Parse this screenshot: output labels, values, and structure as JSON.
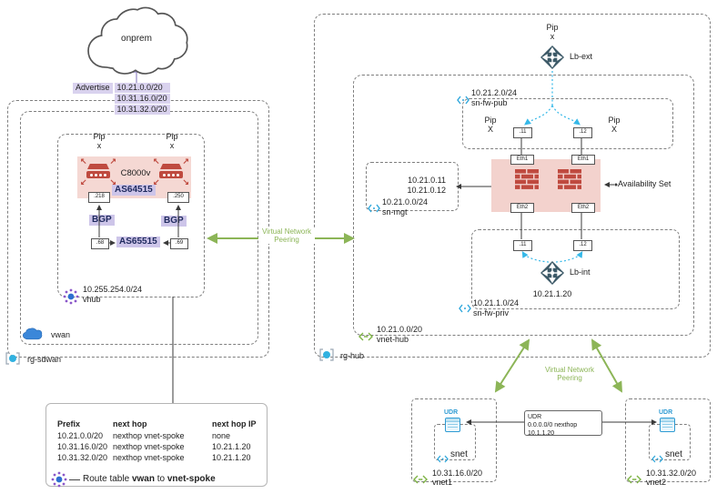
{
  "colors": {
    "peering_green": "#8CB557",
    "highlight_purple": "#cdc5e9",
    "firewall_red": "#bf4a3f",
    "flow_cyan": "#35b8e8",
    "availability_pink": "#f3d2cd"
  },
  "onprem_label": "onprem",
  "advertise": {
    "label": "Advertise",
    "routes": [
      "10.21.0.0/20",
      "10.31.16.0/20",
      "10.31.32.0/20"
    ]
  },
  "sdwan": {
    "rg_label": "rg-sdwan",
    "vwan_label": "vwan",
    "vhub_cidr": "10.255.254.0/24",
    "vhub_label": "vhub",
    "pip_left_1": "Pip",
    "pip_left_2": "x",
    "pip_right_1": "Pip",
    "pip_right_2": "x",
    "router_model": "C8000v",
    "router_asn": "AS64515",
    "nic_left": ".218",
    "nic_right": ".250",
    "bgp_left": "BGP",
    "bgp_right": "BGP",
    "peer_left": ".68",
    "peer_right": ".69",
    "peer_asn": "AS65515"
  },
  "hub": {
    "rg_label": "rg-hub",
    "vnet_cidr": "10.21.0.0/20",
    "vnet_label": "vnet-hub",
    "pip_top_1": "Pip",
    "pip_top_2": "x",
    "lb_ext_label": "Lb-ext",
    "sn_fw_pub": {
      "cidr": "10.21.2.0/24",
      "label": "sn-fw-pub",
      "pip_left_1": "Pip",
      "pip_left_2": "X",
      "pip_right_1": "Pip",
      "pip_right_2": "X",
      "nic1": ".11",
      "nic2": ".12"
    },
    "sn_mgt": {
      "cidr": "10.21.0.0/24",
      "label": "sn-mgt",
      "ip1": "10.21.0.11",
      "ip2": "10.21.0.12"
    },
    "fw": {
      "eth1a": "Eth1",
      "eth1b": "Eth1",
      "eth2a": "Eth2",
      "eth2b": "Eth2",
      "availability": "Availability Set"
    },
    "sn_fw_priv": {
      "cidr": "10.21.1.0/24",
      "label": "sn-fw-priv",
      "nic1": ".11",
      "nic2": ".12"
    },
    "lb_int_label": "Lb-int",
    "lb_int_ip": "10.21.1.20"
  },
  "peering_mid": {
    "line1": "Virtual Network",
    "line2": "Peering"
  },
  "peering_bottom": {
    "line1": "Virtual Network",
    "line2": "Peering"
  },
  "route_table": {
    "col1": "Prefix",
    "col2": "next hop",
    "col3": "next hop IP",
    "rows": [
      [
        "10.21.0.0/20",
        "nexthop vnet-spoke",
        "none"
      ],
      [
        "10.31.16.0/20",
        "nexthop vnet-spoke",
        "10.21.1.20"
      ],
      [
        "10.31.32.0/20",
        "nexthop vnet-spoke",
        "10.21.1.20"
      ]
    ],
    "caption_1": "Route table ",
    "caption_2": "vwan",
    "caption_3": " to ",
    "caption_4": "vnet-spoke"
  },
  "udr_center": {
    "title": "UDR",
    "route": "0.0.0.0/0 nexthop 10.1.1.20"
  },
  "spoke1": {
    "cidr": "10.31.16.0/20",
    "label": "vnet1",
    "udr": "UDR",
    "snet": "snet"
  },
  "spoke2": {
    "cidr": "10.31.32.0/20",
    "label": "vnet2",
    "udr": "UDR",
    "snet": "snet"
  }
}
